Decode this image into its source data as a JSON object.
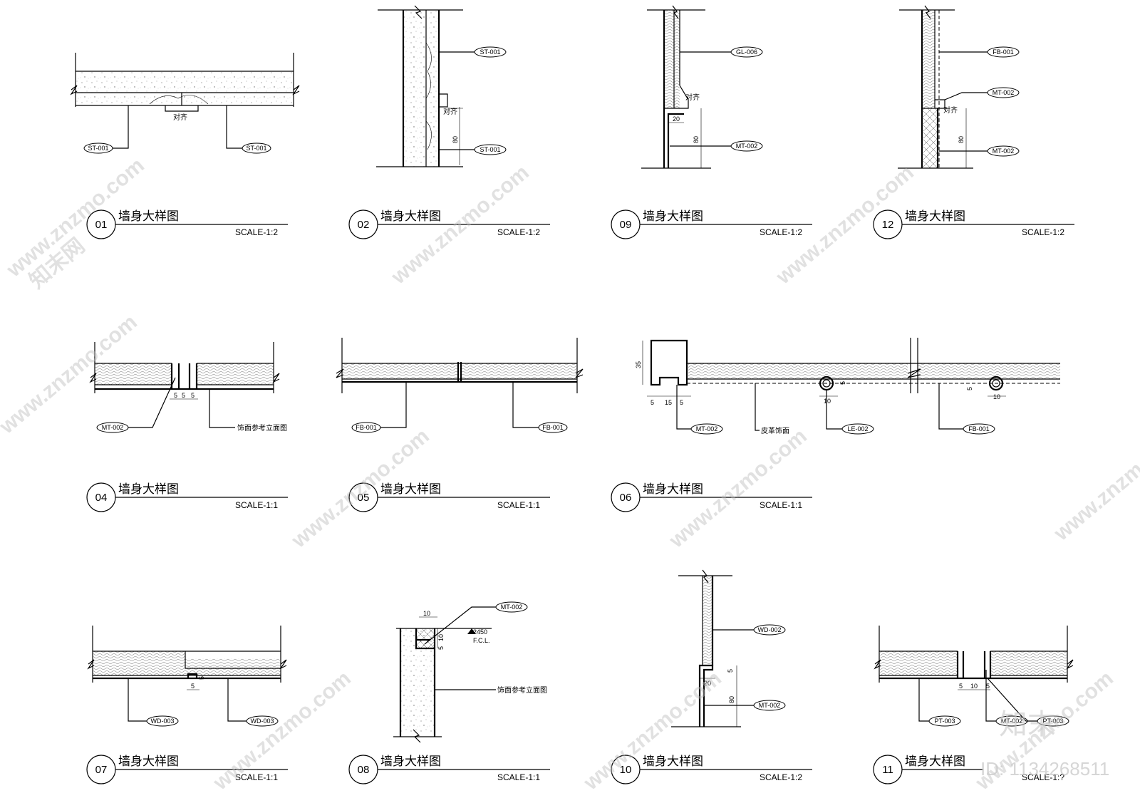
{
  "details": [
    {
      "num": "01",
      "title": "墙身大样图",
      "scale": "SCALE-1:2",
      "tags": [
        "ST-001",
        "ST-001"
      ],
      "notes": [
        "对齐"
      ],
      "dims": []
    },
    {
      "num": "02",
      "title": "墙身大样图",
      "scale": "SCALE-1:2",
      "tags": [
        "ST-001",
        "ST-001"
      ],
      "notes": [
        "对齐"
      ],
      "dims": [
        "80"
      ]
    },
    {
      "num": "09",
      "title": "墙身大样图",
      "scale": "SCALE-1:2",
      "tags": [
        "GL-006",
        "MT-002"
      ],
      "notes": [
        "对齐"
      ],
      "dims": [
        "20",
        "80"
      ]
    },
    {
      "num": "12",
      "title": "墙身大样图",
      "scale": "SCALE-1:2",
      "tags": [
        "FB-001",
        "MT-002",
        "MT-002"
      ],
      "notes": [
        "对齐"
      ],
      "dims": [
        "80"
      ]
    },
    {
      "num": "04",
      "title": "墙身大样图",
      "scale": "SCALE-1:1",
      "tags": [
        "MT-002"
      ],
      "notes": [
        "饰面参考立面图"
      ],
      "dims": [
        "5",
        "5",
        "5"
      ]
    },
    {
      "num": "05",
      "title": "墙身大样图",
      "scale": "SCALE-1:1",
      "tags": [
        "FB-001",
        "FB-001"
      ],
      "notes": [],
      "dims": []
    },
    {
      "num": "06",
      "title": "墙身大样图",
      "scale": "SCALE-1:1",
      "tags": [
        "MT-002",
        "LE-002",
        "FB-001"
      ],
      "notes": [
        "皮革饰面"
      ],
      "dims": [
        "35",
        "5",
        "15",
        "5",
        "10",
        "5",
        "5",
        "10"
      ]
    },
    {
      "num": "07",
      "title": "墙身大样图",
      "scale": "SCALE-1:1",
      "tags": [
        "WD-003",
        "WD-003"
      ],
      "notes": [],
      "dims": [
        "5",
        "5"
      ]
    },
    {
      "num": "08",
      "title": "墙身大样图",
      "scale": "SCALE-1:1",
      "tags": [
        "MT-002"
      ],
      "notes": [
        "饰面参考立面图",
        "F.C.L."
      ],
      "dims": [
        "10",
        "10",
        "5",
        "2450"
      ]
    },
    {
      "num": "10",
      "title": "墙身大样图",
      "scale": "SCALE-1:2",
      "tags": [
        "WD-002",
        "MT-002"
      ],
      "notes": [],
      "dims": [
        "20",
        "80",
        "5"
      ]
    },
    {
      "num": "11",
      "title": "墙身大样图",
      "scale": "SCALE-1:?",
      "tags": [
        "PT-003",
        "MT-002",
        "PT-003"
      ],
      "notes": [],
      "dims": [
        "5",
        "10",
        "5"
      ]
    }
  ],
  "watermark": {
    "site": "www.znzmo.com",
    "brand": "知末网",
    "logo": "知末",
    "id_text": "ID: 1134268511"
  }
}
